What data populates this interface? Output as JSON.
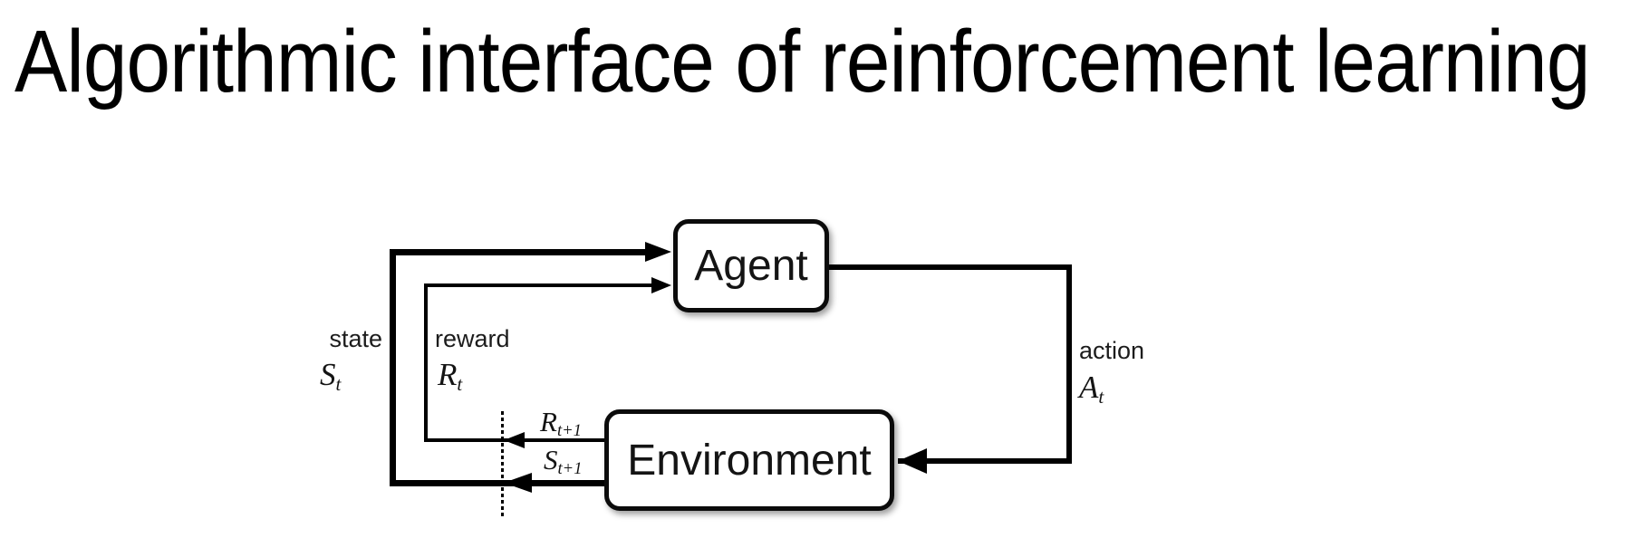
{
  "title": "Algorithmic interface of reinforcement learning",
  "diagram": {
    "boxes": {
      "agent": "Agent",
      "environment": "Environment"
    },
    "labels": {
      "state": {
        "word": "state",
        "sym": "S",
        "sub": "t"
      },
      "reward": {
        "word": "reward",
        "sym": "R",
        "sub": "t"
      },
      "action": {
        "word": "action",
        "sym": "A",
        "sub": "t"
      },
      "next_reward": {
        "sym": "R",
        "sub": "t+1"
      },
      "next_state": {
        "sym": "S",
        "sub": "t+1"
      }
    },
    "colors": {
      "background": "#ffffff",
      "line": "#000000",
      "box_fill": "#ffffff",
      "box_border": "#0b0b0b",
      "text": "#1c1c1c"
    }
  }
}
